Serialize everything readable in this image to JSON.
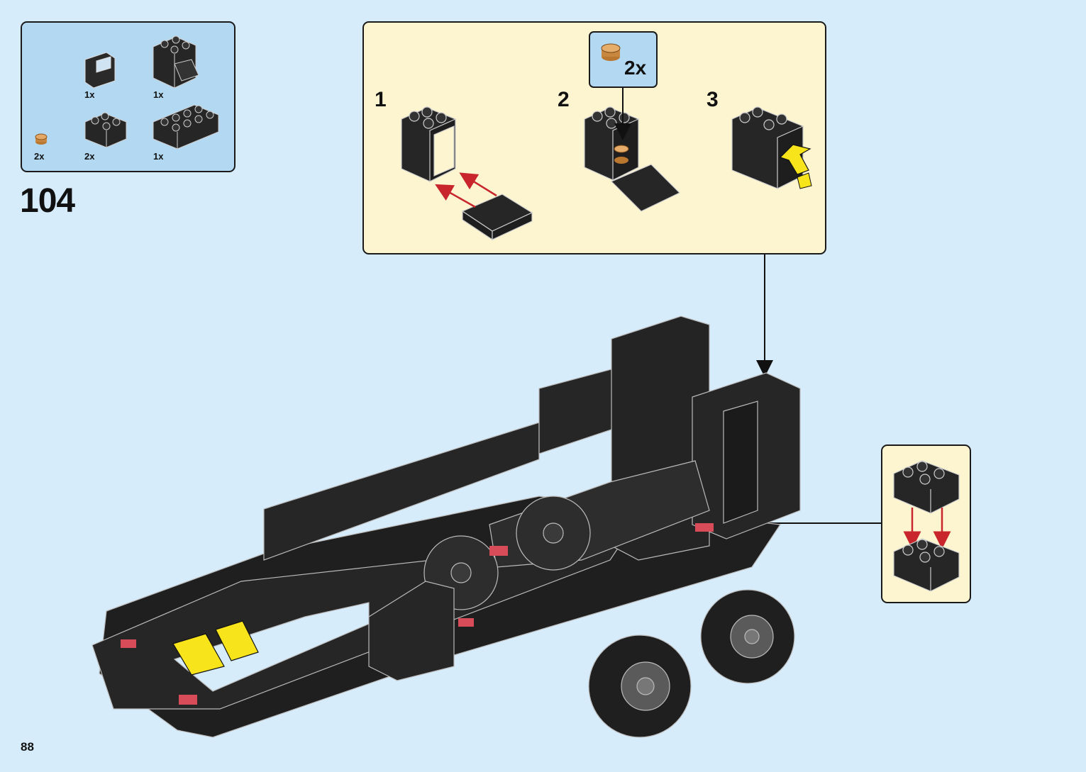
{
  "page": {
    "number": "88",
    "step": "104"
  },
  "parts_list": [
    {
      "name": "black wall element with window",
      "qty": "1x",
      "icon": "panel-window-icon"
    },
    {
      "name": "black 2x2x2 container with door",
      "qty": "1x",
      "icon": "container-icon"
    },
    {
      "name": "pearl gold round plate 1x1",
      "qty": "2x",
      "icon": "round-plate-icon"
    },
    {
      "name": "black brick 2x2",
      "qty": "2x",
      "icon": "brick-2x2-icon"
    },
    {
      "name": "black brick 2x4",
      "qty": "1x",
      "icon": "brick-2x4-icon"
    }
  ],
  "sub_steps": [
    {
      "label": "1"
    },
    {
      "label": "2"
    },
    {
      "label": "3"
    }
  ],
  "callout": {
    "qty": "2x"
  },
  "colors": {
    "background": "#d6ecfb",
    "parts_panel": "#b3d8f2",
    "sub_panel": "#fdf5d0",
    "brick": "#262626",
    "highlight": "#f7e41a",
    "arrow_red": "#c8262c"
  }
}
